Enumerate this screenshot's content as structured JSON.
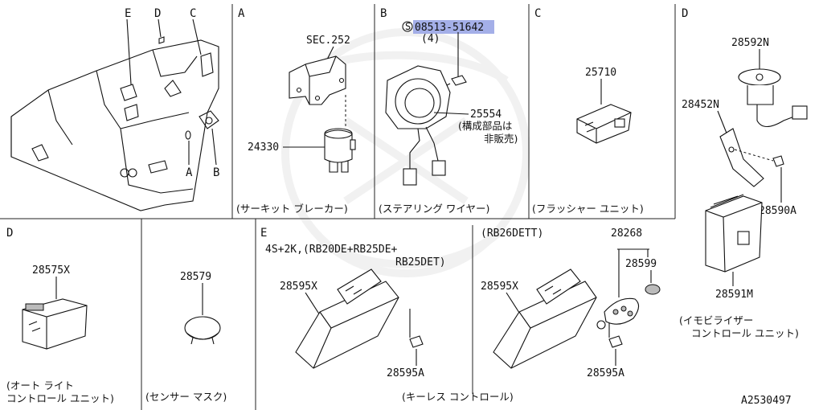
{
  "letters": {
    "a": "A",
    "b": "B",
    "c": "C",
    "d": "D",
    "e": "E"
  },
  "panel_a": {
    "sec": "SEC.252",
    "part": "24330",
    "caption": "(サーキット ブレーカー)"
  },
  "panel_b": {
    "part_bolt": "08513-51642",
    "qty": "(4)",
    "part_wire": "25554",
    "note_line1": "(構成部品は",
    "note_line2": "非販売)",
    "caption": "(ステアリング ワイヤー)"
  },
  "panel_c": {
    "part": "25710",
    "caption": "(フラッシャー ユニット)"
  },
  "panel_d_top": {
    "p1": "28592N",
    "p2": "28452N",
    "p3": "28590A",
    "p4": "28591M",
    "caption_line1": "(イモビライザー",
    "caption_line2": "コントロール ユニット)"
  },
  "panel_d_bottom": {
    "part": "28575X",
    "caption_line1": "(オート ライト",
    "caption_line2": "コントロール ユニット)"
  },
  "panel_mask": {
    "part": "28579",
    "caption": "(センサー マスク)"
  },
  "panel_e": {
    "variant1_line1": "4S+2K,(RB20DE+RB25DE+",
    "variant1_line2": "RB25DET)",
    "variant2": "(RB26DETT)",
    "ecu": "28595X",
    "bolt": "28595A",
    "key": "28268",
    "battery": "28599",
    "caption": "(キーレス コントロール)"
  },
  "diagram_id": "A2530497",
  "colors": {
    "highlight": "#9aa6e6"
  }
}
